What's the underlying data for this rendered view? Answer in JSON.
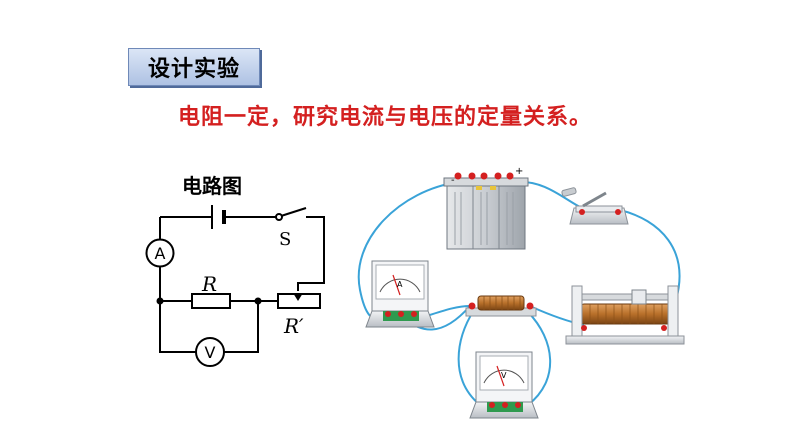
{
  "header": {
    "badge_label": "设计实验"
  },
  "subtitle": "电阻一定，研究电流与电压的定量关系。",
  "circuit": {
    "title": "电路图",
    "ammeter_symbol": "A",
    "voltmeter_symbol": "V",
    "switch_label": "S",
    "resistor_label": "R",
    "rheostat_label": "R′"
  },
  "apparatus": {
    "battery_minus": "-",
    "battery_plus": "+",
    "ammeter_letter": "A",
    "voltmeter_letter": "V"
  },
  "colors": {
    "subtitle": "#d42020",
    "wire": "#3aa3d8",
    "coil": "#b8702a",
    "terminal_red": "#d42020",
    "board_green": "#2f9a4f"
  }
}
